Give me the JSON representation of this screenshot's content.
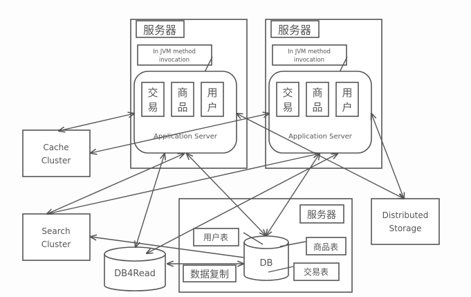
{
  "diagram": {
    "servers": [
      {
        "label": "服务器",
        "note_line1": "In JVM method",
        "note_line2": "invocation",
        "app_server_label": "Application Server",
        "modules": [
          {
            "line1": "交",
            "line2": "易"
          },
          {
            "line1": "商",
            "line2": "品"
          },
          {
            "line1": "用",
            "line2": "户"
          }
        ]
      },
      {
        "label": "服务器",
        "note_line1": "In JVM method",
        "note_line2": "invocation",
        "app_server_label": "Application Server",
        "modules": [
          {
            "line1": "交",
            "line2": "易"
          },
          {
            "line1": "商",
            "line2": "品"
          },
          {
            "line1": "用",
            "line2": "户"
          }
        ]
      }
    ],
    "cache_cluster": {
      "line1": "Cache",
      "line2": "Cluster"
    },
    "search_cluster": {
      "line1": "Search",
      "line2": "Cluster"
    },
    "distributed_storage": {
      "line1": "Distributed",
      "line2": "Storage"
    },
    "db_server": {
      "label": "服务器",
      "db_label": "DB",
      "tables": [
        "用户表",
        "商品表",
        "交易表"
      ],
      "replication_label": "数据复制"
    },
    "db4read": {
      "label": "DB4Read"
    }
  }
}
